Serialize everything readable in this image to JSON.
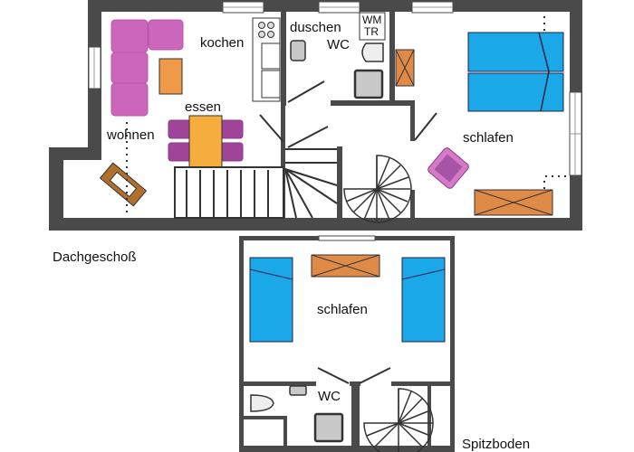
{
  "floors": [
    {
      "name": "Dachgeschoß",
      "rooms": [
        {
          "label": "kochen"
        },
        {
          "label": "duschen"
        },
        {
          "label": "WC"
        },
        {
          "label": "essen"
        },
        {
          "label": "wohnen"
        },
        {
          "label": "schlafen"
        }
      ],
      "appliance_labels": {
        "wm": "WM",
        "tr": "TR"
      }
    },
    {
      "name": "Spitzboden",
      "rooms": [
        {
          "label": "schlafen"
        },
        {
          "label": "WC"
        }
      ]
    }
  ],
  "colors": {
    "wall": "#4a4a4a",
    "sofa": "#cc66bb",
    "chair": "#a0449a",
    "table": "#f5ad3e",
    "furniture_wood": "#e08a48",
    "bed": "#1aa8e8",
    "tv_stand": "#b06f2a",
    "fixture_gray": "#c8c8c8"
  }
}
